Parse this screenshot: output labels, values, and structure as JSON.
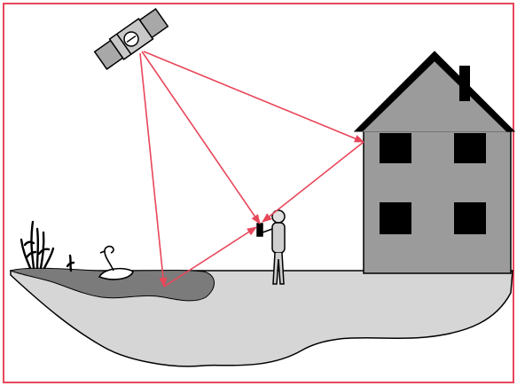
{
  "diagram": {
    "colors": {
      "frame_border": "#e8475a",
      "signal_ray": "#e8475a",
      "house_wall": "#9b9b9b",
      "house_roof": "#000000",
      "window": "#000000",
      "ground_fill": "#d6d6d6",
      "water_fill": "#7b7b7b",
      "outline": "#000000",
      "person_fill": "#d0d0d0"
    },
    "elements": {
      "satellite": "satellite-icon",
      "house": "house-icon",
      "person": "person-with-receiver-icon",
      "swan": "swan-icon",
      "reeds": "reed-plants-icon"
    },
    "signal_paths": [
      {
        "name": "direct-signal",
        "from": "satellite",
        "to": "receiver"
      },
      {
        "name": "satellite-to-house",
        "from": "satellite",
        "to": "house"
      },
      {
        "name": "house-reflection",
        "from": "house",
        "to": "receiver"
      },
      {
        "name": "satellite-to-water",
        "from": "satellite",
        "to": "water"
      },
      {
        "name": "water-reflection",
        "from": "water",
        "to": "receiver"
      }
    ]
  }
}
